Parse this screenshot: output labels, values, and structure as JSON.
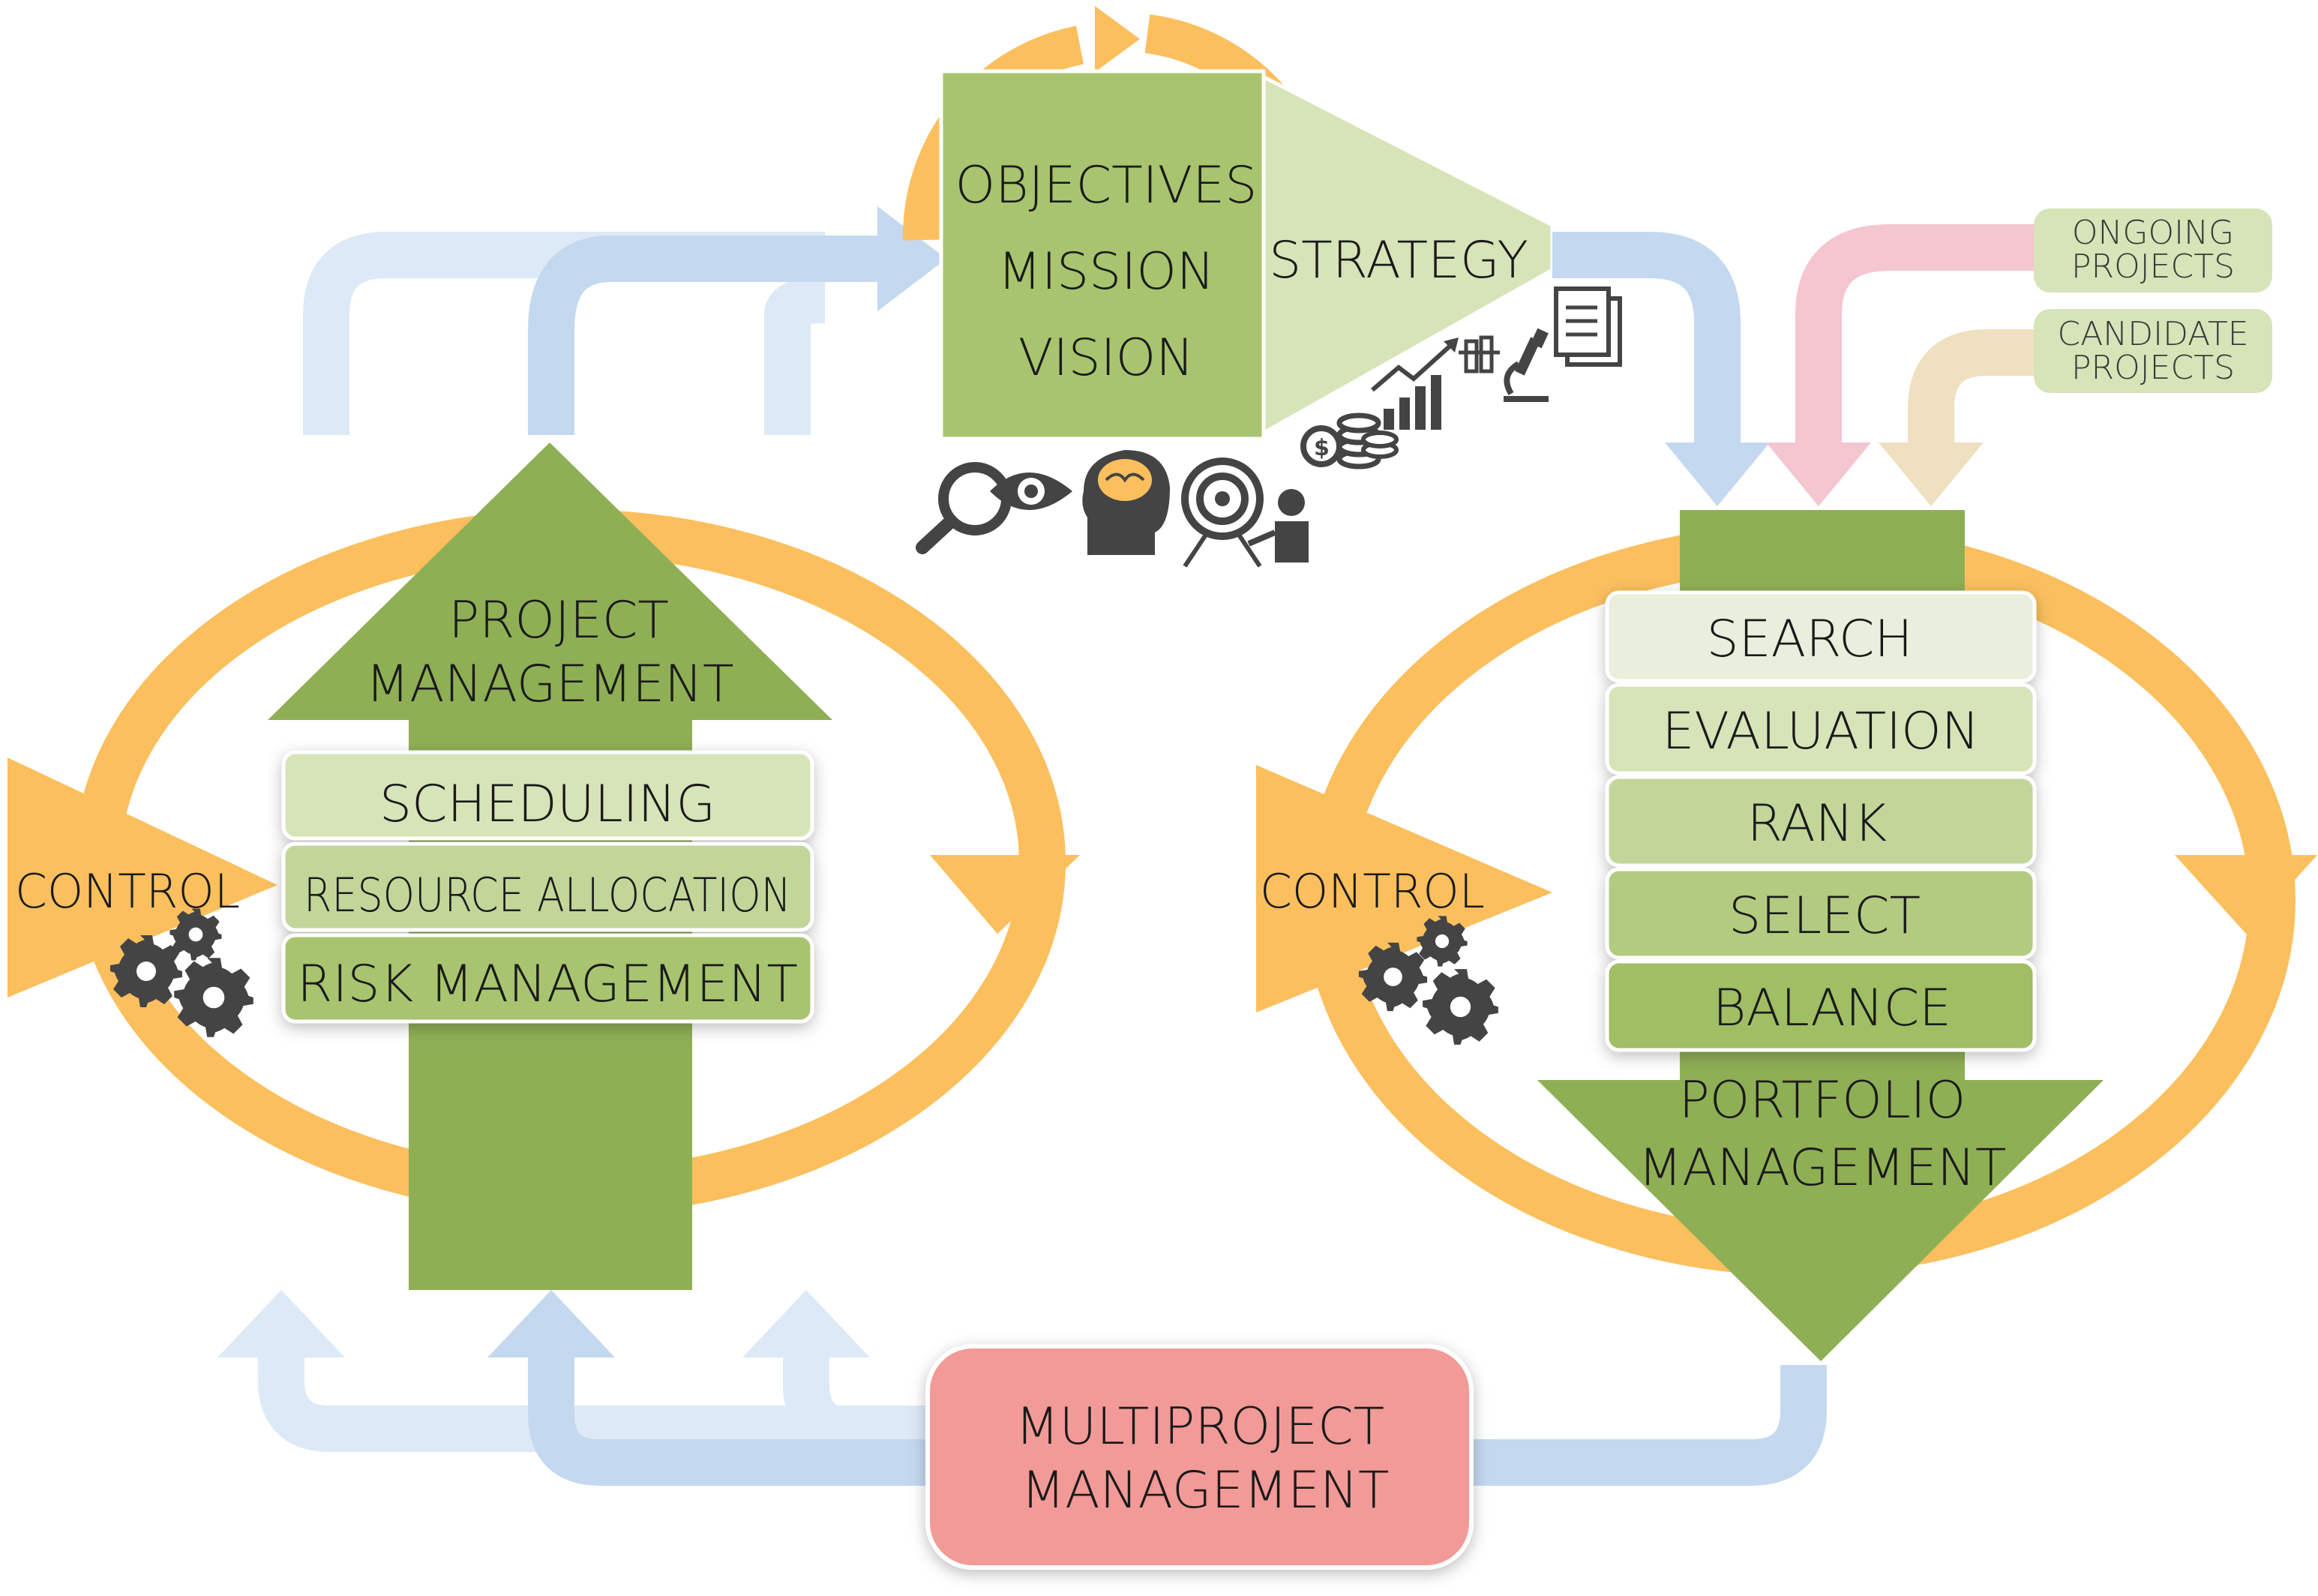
{
  "strategy": {
    "objectives": "OBJECTIVES",
    "mission": "MISSION",
    "vision": "VISION",
    "strategy": "STRATEGY"
  },
  "project_cycle": {
    "arrow_line1": "PROJECT",
    "arrow_line2": "MANAGEMENT",
    "control": "CONTROL",
    "steps": [
      "SCHEDULING",
      "RESOURCE ALLOCATION",
      "RISK MANAGEMENT"
    ]
  },
  "portfolio_cycle": {
    "arrow_line1": "PORTFOLIO",
    "arrow_line2": "MANAGEMENT",
    "control": "CONTROL",
    "steps": [
      "SEARCH",
      "EVALUATION",
      "RANK",
      "SELECT",
      "BALANCE"
    ]
  },
  "inputs": {
    "ongoing_line1": "ONGOING",
    "ongoing_line2": "PROJECTS",
    "candidate_line1": "CANDIDATE",
    "candidate_line2": "PROJECTS"
  },
  "multiproject": {
    "line1": "MULTIPROJECT",
    "line2": "MANAGEMENT"
  },
  "colors": {
    "orange": "#fbbf5e",
    "dark_green": "#8faf55",
    "mid_green": "#a8c46e",
    "light_green": "#d6e4b8",
    "pale_blue": "#c4d8ef",
    "paler_blue": "#dde9f6",
    "pink": "#f3c6d0",
    "tan": "#efe0c2",
    "salmon": "#f19a97",
    "icon_gray": "#444444"
  },
  "icons": [
    "search-eye-icon",
    "brain-head-icon",
    "target-presenter-icon",
    "coins-icon",
    "growth-chart-icon",
    "test-tubes-icon",
    "microscope-icon",
    "documents-icon",
    "gears-icon"
  ]
}
